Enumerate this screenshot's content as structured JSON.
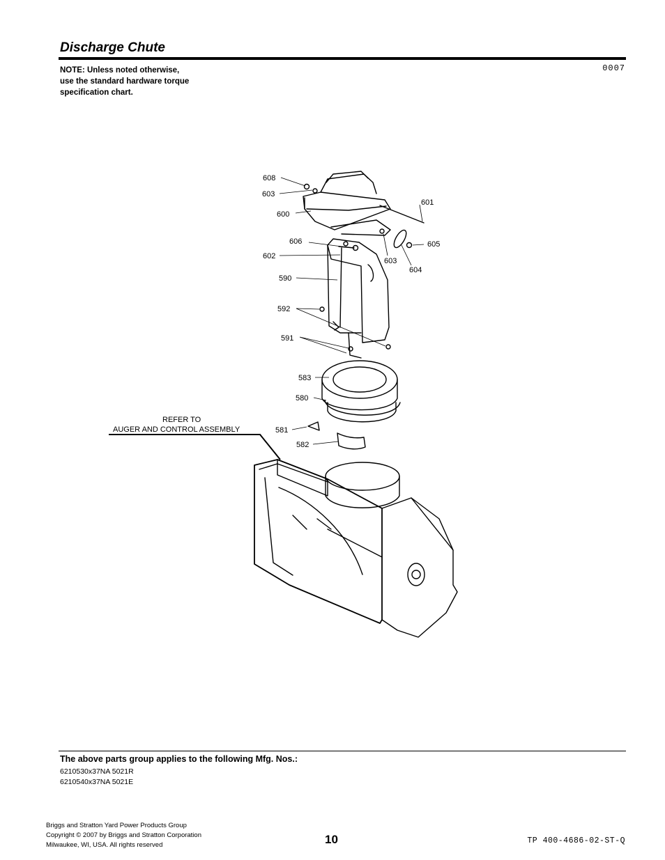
{
  "header": {
    "title": "Discharge Chute",
    "note_lines": [
      "NOTE: Unless noted otherwise,",
      "use the standard hardware torque",
      "specification chart."
    ],
    "figure_code": "0007"
  },
  "diagram": {
    "callouts": [
      "608",
      "603",
      "601",
      "600",
      "606",
      "605",
      "602",
      "603",
      "604",
      "590",
      "592",
      "591",
      "583",
      "580",
      "581",
      "582"
    ],
    "reference_lines": [
      "REFER TO",
      "AUGER AND CONTROL ASSEMBLY"
    ]
  },
  "applies": {
    "heading": "The above parts group applies to the following Mfg. Nos.:",
    "mfg_numbers": [
      "6210530x37NA 5021R",
      "6210540x37NA 5021E"
    ]
  },
  "footer": {
    "lines": [
      "Briggs and Stratton Yard Power Products Group",
      "Copyright ©  2007 by Briggs and Stratton Corporation",
      "Milwaukee, WI, USA. All rights reserved"
    ],
    "page_number": "10",
    "doc_code": "TP 400-4686-02-ST-Q"
  }
}
